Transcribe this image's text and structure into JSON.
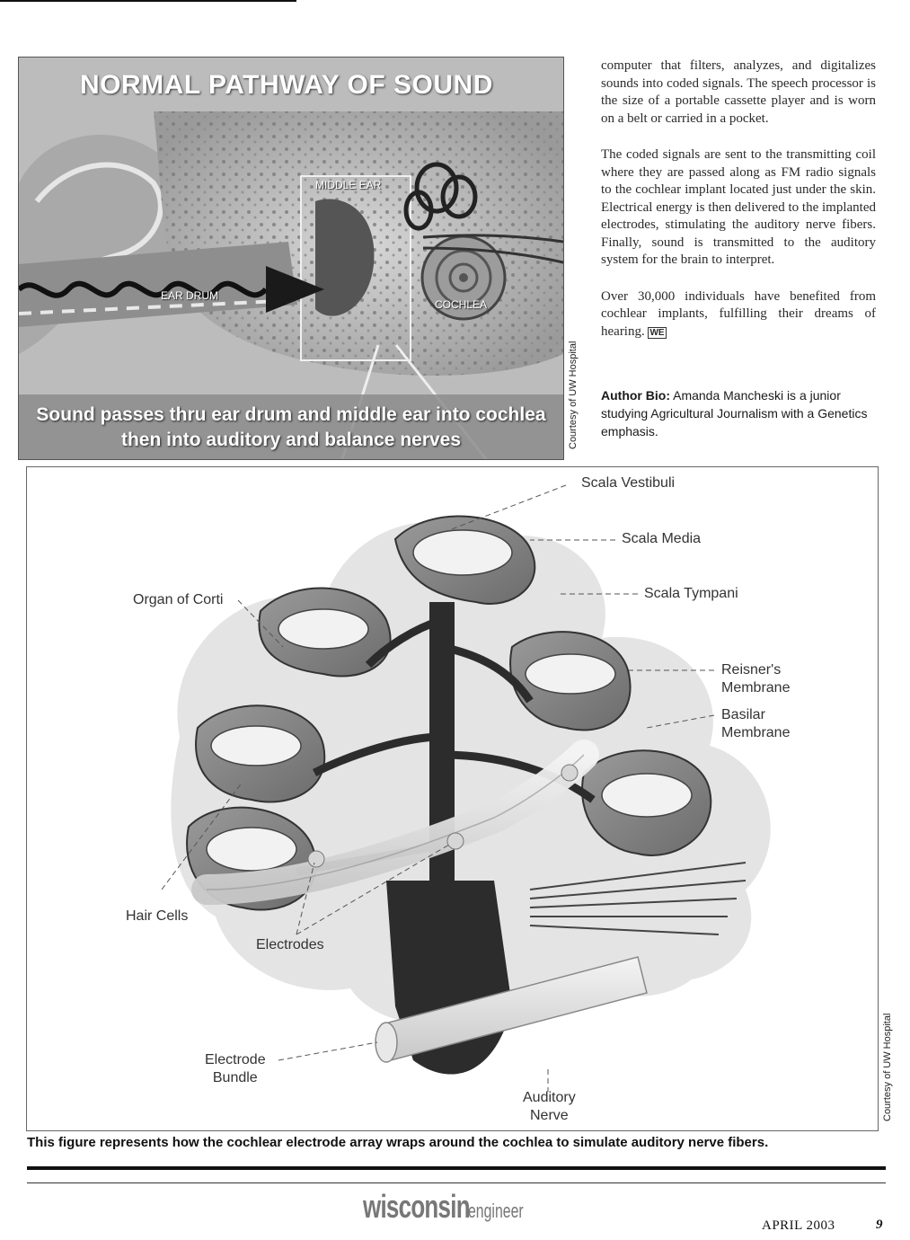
{
  "figure_top": {
    "title": "NORMAL PATHWAY OF SOUND",
    "labels": {
      "middle_ear": "MIDDLE EAR",
      "ear_drum": "EAR DRUM",
      "cochlea": "COCHLEA"
    },
    "caption_line1": "Sound passes thru ear drum and middle ear into cochlea",
    "caption_line2": "then into auditory and balance nerves",
    "credit": "Courtesy of UW Hospital"
  },
  "article": {
    "paragraphs": [
      "computer that filters, analyzes, and digitalizes sounds into coded signals. The speech processor is the size of a portable cassette player and is worn on a belt or carried in a pocket.",
      "The coded signals are sent to the transmitting coil where they are passed along as FM radio signals to the cochlear implant located just under the skin. Electrical energy is then delivered to the implanted electrodes, stimulating the auditory nerve fibers. Finally, sound is transmitted to the auditory system for the brain to interpret.",
      "Over 30,000 individuals have benefited from cochlear implants, fulfilling their dreams of hearing."
    ],
    "end_mark": "WE",
    "bio_label": "Author Bio:",
    "bio_text": "Amanda Mancheski is a junior studying Agricultural Journalism with a Genetics emphasis."
  },
  "figure_bottom": {
    "labels": {
      "scala_vestibuli": "Scala Vestibuli",
      "scala_media": "Scala Media",
      "scala_tympani": "Scala Tympani",
      "organ_of_corti": "Organ of Corti",
      "reisners_membrane_1": "Reisner's",
      "reisners_membrane_2": "Membrane",
      "basilar_membrane_1": "Basilar",
      "basilar_membrane_2": "Membrane",
      "hair_cells": "Hair Cells",
      "electrodes": "Electrodes",
      "electrode_bundle_1": "Electrode",
      "electrode_bundle_2": "Bundle",
      "auditory_nerve_1": "Auditory",
      "auditory_nerve_2": "Nerve"
    },
    "credit": "Courtesy of UW Hospital",
    "caption": "This figure represents how the cochlear electrode array wraps around the cochlea to simulate auditory nerve fibers."
  },
  "footer": {
    "masthead_main": "wisconsin",
    "masthead_sub": "engineer",
    "issue": "APRIL 2003",
    "page": "9"
  }
}
